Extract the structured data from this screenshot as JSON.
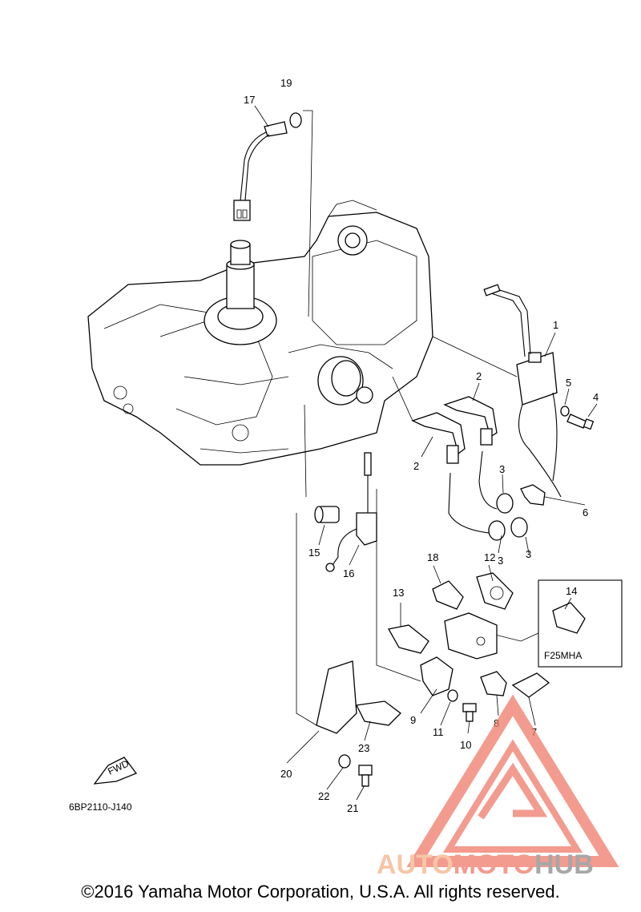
{
  "diagram": {
    "callouts": [
      {
        "id": "c1",
        "label": "1"
      },
      {
        "id": "c2a",
        "label": "2"
      },
      {
        "id": "c2b",
        "label": "2"
      },
      {
        "id": "c3a",
        "label": "3"
      },
      {
        "id": "c3b",
        "label": "3"
      },
      {
        "id": "c3c",
        "label": "3"
      },
      {
        "id": "c4",
        "label": "4"
      },
      {
        "id": "c5",
        "label": "5"
      },
      {
        "id": "c6",
        "label": "6"
      },
      {
        "id": "c7",
        "label": "7"
      },
      {
        "id": "c8",
        "label": "8"
      },
      {
        "id": "c9",
        "label": "9"
      },
      {
        "id": "c10",
        "label": "10"
      },
      {
        "id": "c11",
        "label": "11"
      },
      {
        "id": "c12",
        "label": "12"
      },
      {
        "id": "c13",
        "label": "13"
      },
      {
        "id": "c14",
        "label": "14"
      },
      {
        "id": "c15",
        "label": "15"
      },
      {
        "id": "c16",
        "label": "16"
      },
      {
        "id": "c17",
        "label": "17"
      },
      {
        "id": "c18",
        "label": "18"
      },
      {
        "id": "c19",
        "label": "19"
      },
      {
        "id": "c20",
        "label": "20"
      },
      {
        "id": "c21",
        "label": "21"
      },
      {
        "id": "c22",
        "label": "22"
      },
      {
        "id": "c23",
        "label": "23"
      }
    ],
    "model_box_label": "F25MHA",
    "fwd_label": "FWD",
    "diagram_code": "6BP2110-J140"
  },
  "watermark": {
    "auto": "AUTO",
    "moto": "MOTO",
    "hub": "HUB",
    "color_primary": "#f07a6a",
    "color_secondary": "#f5b38a",
    "color_dark": "#8a8a8a"
  },
  "footer": {
    "copyright": "©2016 Yamaha Motor Corporation, U.S.A. All rights reserved."
  }
}
